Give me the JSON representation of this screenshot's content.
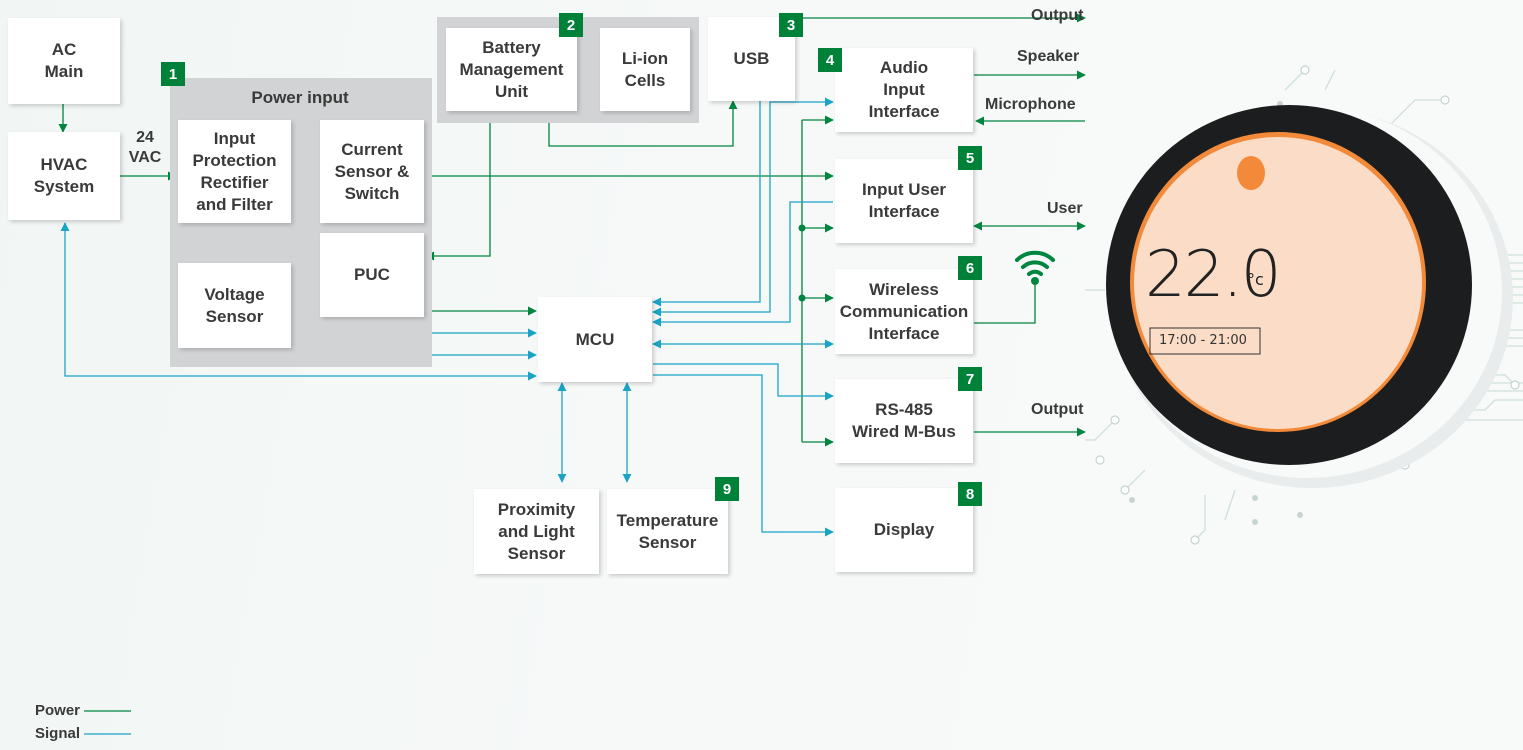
{
  "colors": {
    "power": "#00853f",
    "signal": "#1ba3c6",
    "badge": "#00813a",
    "accent": "#f28a3a"
  },
  "groups": {
    "power_input_label": "Power input"
  },
  "boxes": {
    "ac_main": [
      "AC",
      "Main"
    ],
    "hvac_system": [
      "HVAC",
      "System"
    ],
    "input_protection": [
      "Input",
      "Protection",
      "Rectifier",
      "and Filter"
    ],
    "current_sensor": [
      "Current",
      "Sensor &",
      "Switch"
    ],
    "voltage_sensor": [
      "Voltage",
      "Sensor"
    ],
    "puc": [
      "PUC"
    ],
    "battery_management": [
      "Battery",
      "Management",
      "Unit"
    ],
    "li_ion": [
      "Li-ion",
      "Cells"
    ],
    "usb": [
      "USB"
    ],
    "audio_input": [
      "Audio",
      "Input",
      "Interface"
    ],
    "input_user": [
      "Input User",
      "Interface"
    ],
    "wireless": [
      "Wireless",
      "Communication",
      "Interface"
    ],
    "rs485": [
      "RS-485",
      "Wired M-Bus"
    ],
    "display": [
      "Display"
    ],
    "mcu": [
      "MCU"
    ],
    "proximity": [
      "Proximity",
      "and Light",
      "Sensor"
    ],
    "temperature": [
      "Temperature",
      "Sensor"
    ]
  },
  "badges": [
    "1",
    "2",
    "3",
    "4",
    "5",
    "6",
    "7",
    "8",
    "9"
  ],
  "labels": {
    "vac": [
      "24",
      "VAC"
    ],
    "output_top": "Output",
    "speaker": "Speaker",
    "microphone": "Microphone",
    "user": "User",
    "output_bottom": "Output"
  },
  "legend": {
    "power": "Power",
    "signal": "Signal"
  },
  "thermostat": {
    "temperature": "22.0",
    "unit": "°c",
    "schedule": "17:00 - 21:00"
  },
  "icons": {
    "wifi": "wifi-icon"
  }
}
